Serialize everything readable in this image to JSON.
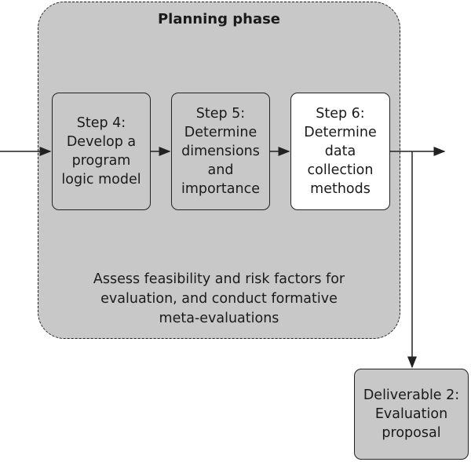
{
  "phase": {
    "title": "Planning phase",
    "note_lines": [
      "Assess feasibility and risk factors for",
      "evaluation, and conduct formative",
      "meta-evaluations"
    ]
  },
  "steps": [
    {
      "lines": [
        "Step 4:",
        "Develop a",
        "program",
        "logic model"
      ]
    },
    {
      "lines": [
        "Step 5:",
        "Determine",
        "dimensions",
        "and",
        "importance"
      ]
    },
    {
      "lines": [
        "Step 6:",
        "Determine",
        "data",
        "collection",
        "methods"
      ]
    }
  ],
  "deliverable": {
    "lines": [
      "Deliverable 2:",
      "Evaluation",
      "proposal"
    ]
  }
}
